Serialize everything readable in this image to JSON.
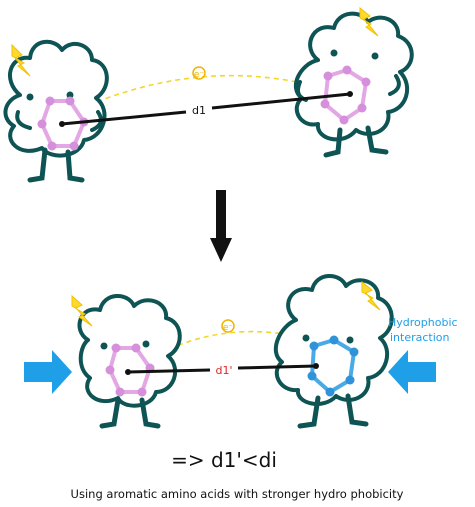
{
  "colors": {
    "outline": "#0f5454",
    "bolt": "#ffd92e",
    "bolt_stroke": "#f2c200",
    "ring_pink": "#e3a7e6",
    "ring_pink_node": "#d68fdb",
    "ring_blue": "#4aaae6",
    "ring_blue_node": "#2e93d8",
    "electron_path": "#f4d62a",
    "electron": "#f0b400",
    "arrow_black": "#111111",
    "arrow_blue": "#1e9fe8",
    "d1_label": "#111111",
    "d1prime_label": "#e02424",
    "hydrophobic_text": "#1e9fe8"
  },
  "icons": {
    "electron": "electron-icon",
    "bolt": "lightning-bolt-icon",
    "down_arrow": "down-arrow-icon",
    "push_arrow": "push-arrow-icon"
  },
  "top_panel": {
    "electron_label": "e⁻",
    "distance_label": "d1"
  },
  "bottom_panel": {
    "electron_label": "e⁻",
    "distance_label": "d1'",
    "hydrophobic_label_line1": "Hydrophobic",
    "hydrophobic_label_line2": "interaction"
  },
  "result_text": "=> d1'<di",
  "caption": "Using aromatic amino acids with stronger hydro phobicity"
}
